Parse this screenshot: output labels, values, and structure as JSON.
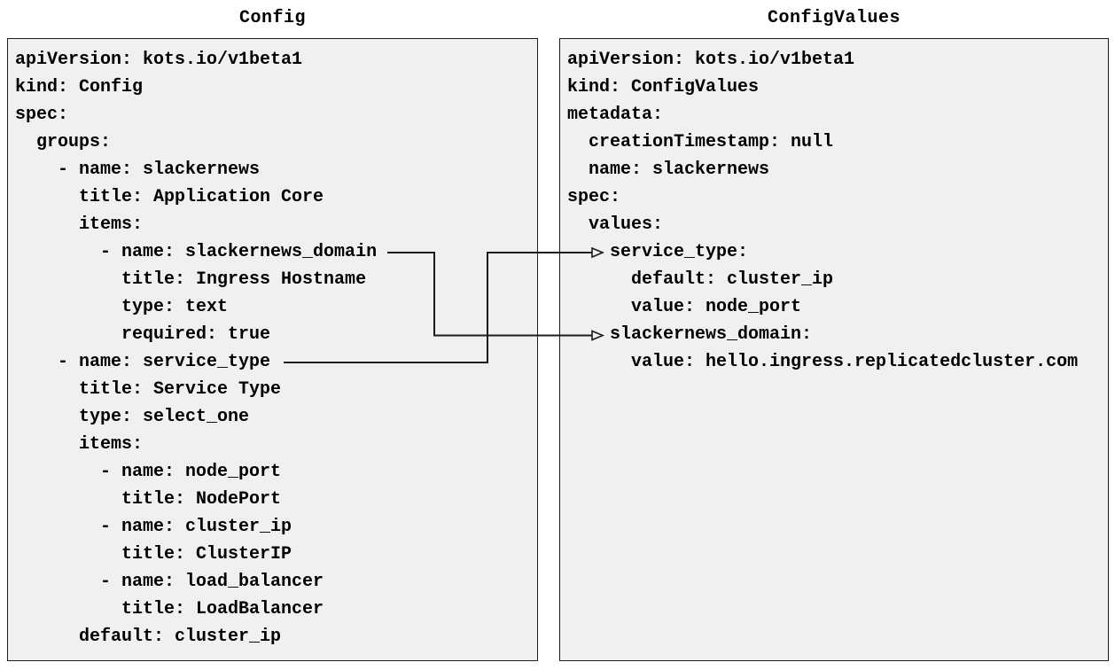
{
  "diagram": {
    "colors": {
      "page_background": "#ffffff",
      "panel_background": "#f0f0f0",
      "border_color": "#1c1c1c",
      "line_color": "#1c1c1c",
      "text_color": "#000000"
    },
    "panels": [
      {
        "id": "config",
        "title": "Config",
        "language": "yaml",
        "lines": [
          "apiVersion: kots.io/v1beta1",
          "kind: Config",
          "spec:",
          "  groups:",
          "    - name: slackernews",
          "      title: Application Core",
          "      items:",
          "        - name: slackernews_domain",
          "          title: Ingress Hostname",
          "          type: text",
          "          required: true",
          "    - name: service_type",
          "      title: Service Type",
          "      type: select_one",
          "      items:",
          "        - name: node_port",
          "          title: NodePort",
          "        - name: cluster_ip",
          "          title: ClusterIP",
          "        - name: load_balancer",
          "          title: LoadBalancer",
          "      default: cluster_ip"
        ]
      },
      {
        "id": "configvalues",
        "title": "ConfigValues",
        "language": "yaml",
        "lines": [
          "apiVersion: kots.io/v1beta1",
          "kind: ConfigValues",
          "metadata:",
          "  creationTimestamp: null",
          "  name: slackernews",
          "spec:",
          "  values:",
          "    service_type:",
          "      default: cluster_ip",
          "      value: node_port",
          "    slackernews_domain:",
          "      value: hello.ingress.replicatedcluster.com"
        ]
      }
    ],
    "connections": [
      {
        "from": "Config item name: slackernews_domain",
        "to": "ConfigValues key: slackernews_domain:"
      },
      {
        "from": "Config item name: service_type",
        "to": "ConfigValues key: service_type:"
      }
    ]
  }
}
